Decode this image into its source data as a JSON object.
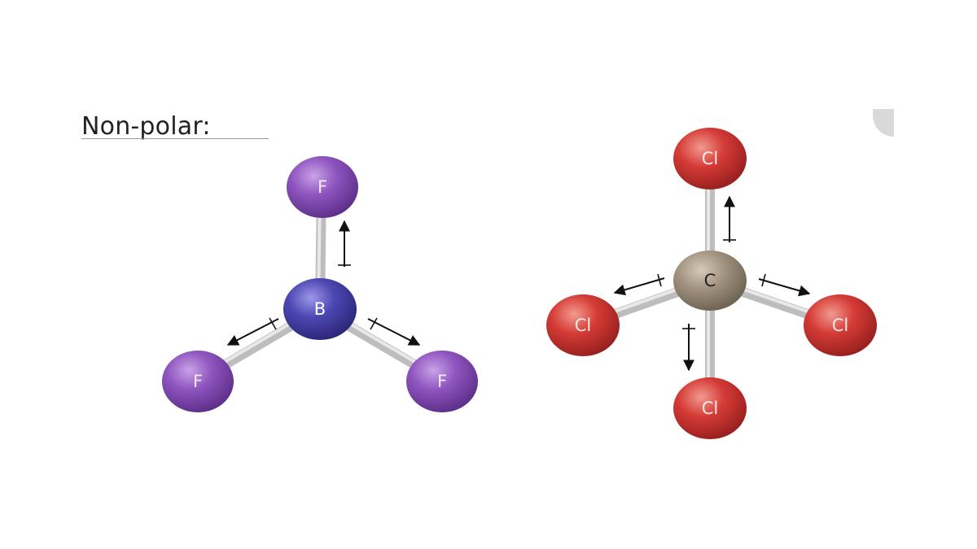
{
  "heading": "Non-polar:",
  "colors": {
    "fluorine": "#8a4fb5",
    "boron": "#4b46a8",
    "chlorine": "#d23a3a",
    "carbon": "#9e907a",
    "bond": "#c8c8c8",
    "arrow": "#111111"
  },
  "bf3": {
    "central": "B",
    "outer": [
      "F",
      "F",
      "F"
    ]
  },
  "ccl4": {
    "central": "C",
    "outer": [
      "Cl",
      "Cl",
      "Cl",
      "Cl"
    ]
  }
}
